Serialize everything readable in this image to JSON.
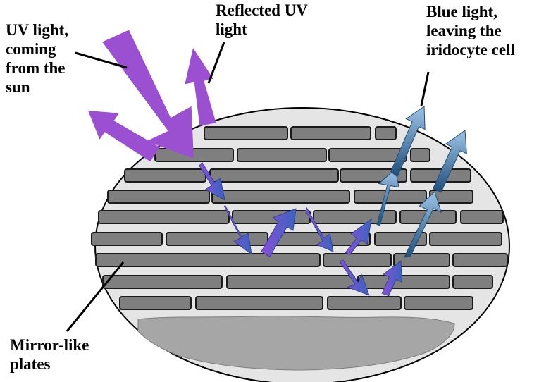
{
  "labels": {
    "uv_light": [
      "UV light,",
      "coming",
      "from the",
      "sun"
    ],
    "reflected_uv": [
      "Reflected UV",
      "light"
    ],
    "blue_light": [
      "Blue light,",
      "leaving the",
      "iridocyte cell"
    ],
    "mirror_plates": [
      "Mirror-like",
      "plates"
    ]
  },
  "colors": {
    "uv": "#9b4fd1",
    "blue": "#5b9bd5",
    "blue_dark": "#1f4e79",
    "plate_fill": "#7f7f7f",
    "cell_fill": "#e5e5e5",
    "cytoplasm": "#a6a6a6"
  }
}
